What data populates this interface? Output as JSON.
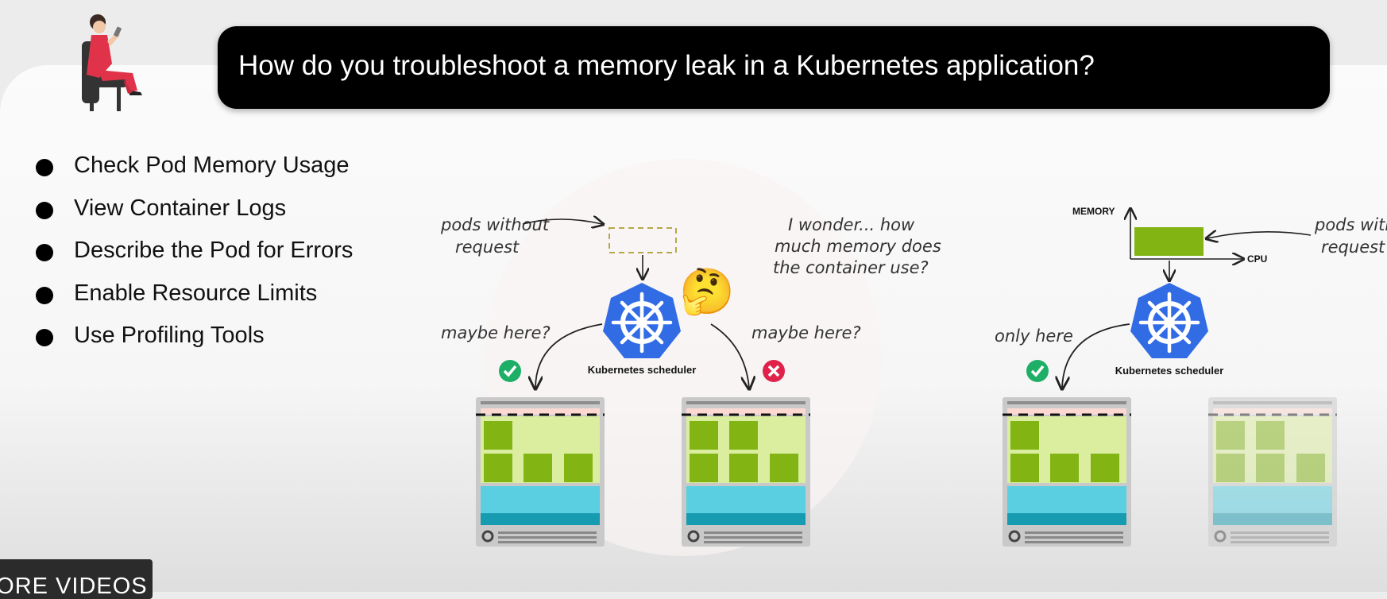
{
  "header": {
    "question": "How do you troubleshoot a memory leak in a Kubernetes application?"
  },
  "bullets": [
    "Check Pod Memory Usage",
    "View Container Logs",
    "Describe the Pod for Errors",
    "Enable Resource Limits",
    "Use Profiling Tools"
  ],
  "diagram": {
    "left": {
      "pods_label_line1": "pods without",
      "pods_label_line2": "request",
      "thought_line1": "I wonder... how",
      "thought_line2": "much memory does",
      "thought_line3": "the container use?",
      "maybe_left": "maybe here?",
      "maybe_right": "maybe here?",
      "scheduler_caption": "Kubernetes scheduler",
      "thinking_emoji": "🤔"
    },
    "right": {
      "axis_memory": "MEMORY",
      "axis_cpu": "CPU",
      "pods_label_line1": "pods with",
      "pods_label_line2": "request",
      "only_here": "only here",
      "scheduler_caption": "Kubernetes scheduler"
    },
    "icons": [
      "kubernetes-helm-icon",
      "check-icon",
      "cross-icon",
      "gear-icon"
    ],
    "colors": {
      "pod_green": "#82b414",
      "node_light_green": "#dbed9f",
      "node_cyan": "#59cfe1",
      "node_teal": "#169bb1",
      "k8s_blue": "#326ce5",
      "check_green": "#1eaf67",
      "cross_red": "#e0224a"
    }
  },
  "footer": {
    "more_videos": "MORE VIDEOS"
  }
}
